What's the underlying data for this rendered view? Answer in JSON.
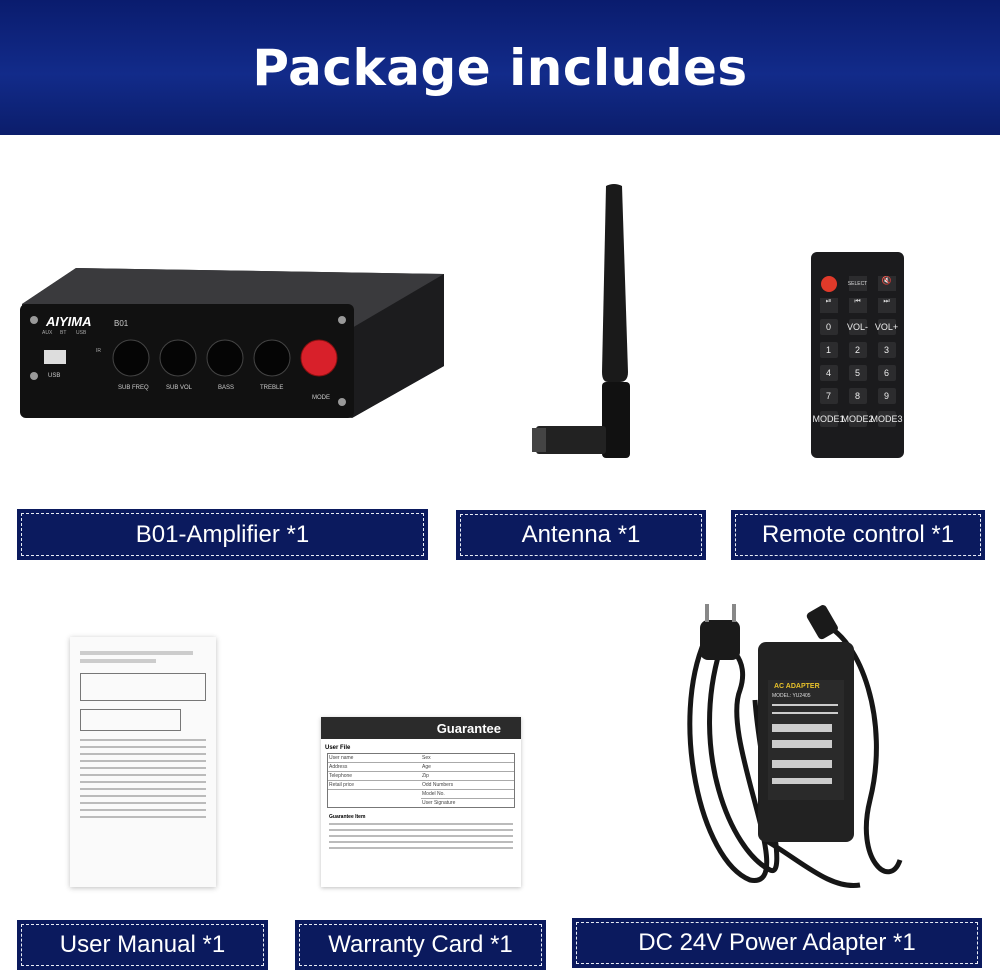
{
  "header": {
    "title": "Package includes"
  },
  "items": [
    {
      "label": "B01-Amplifier *1"
    },
    {
      "label": "Antenna *1"
    },
    {
      "label": "Remote control *1"
    },
    {
      "label": "User Manual *1"
    },
    {
      "label": "Warranty Card *1"
    },
    {
      "label": "DC 24V Power Adapter *1"
    }
  ],
  "amplifier": {
    "brand": "AIYIMA",
    "model": "B01",
    "inputs": [
      "AUX",
      "BT",
      "USB"
    ],
    "usb_label": "USB",
    "ir_label": "IR",
    "knobs": [
      "SUB FREQ",
      "SUB VOL",
      "BASS",
      "TREBLE",
      "MODE"
    ]
  },
  "remote": {
    "keys": [
      "SELECT",
      "0",
      "VOL-",
      "VOL+",
      "1",
      "2",
      "3",
      "4",
      "5",
      "6",
      "7",
      "8",
      "9",
      "MODE1",
      "MODE2",
      "MODE3"
    ]
  },
  "warranty": {
    "title": "Guarantee",
    "section": "User File",
    "fields": [
      "User name",
      "Sex",
      "Age",
      "Address",
      "Telephone",
      "Zip",
      "Retail price",
      "Odd Numbers",
      "Model No.",
      "User Signature"
    ],
    "terms_title": "Guarantee Item"
  },
  "adapter": {
    "label": "AC ADAPTER",
    "model": "MODEL: YU2405"
  },
  "colors": {
    "header": "#0f2580",
    "label_bg": "#0b1a5e",
    "mode_knob": "#d8202a"
  }
}
